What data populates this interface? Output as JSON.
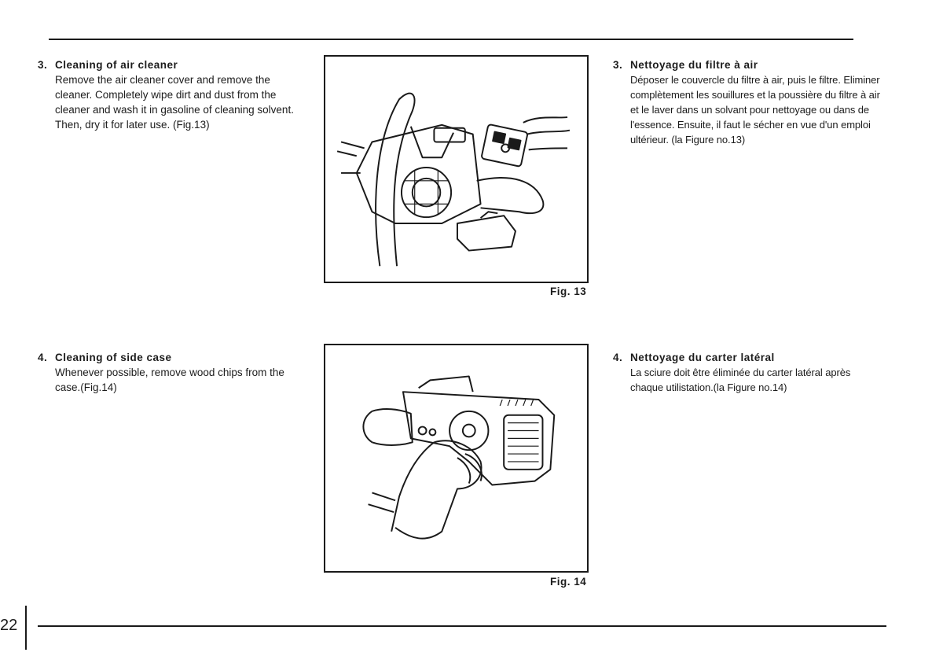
{
  "section3_en": {
    "number": "3.",
    "title": "Cleaning of air cleaner",
    "body": "Remove the air cleaner cover and remove the cleaner. Completely wipe dirt and dust from the cleaner and wash it in gasoline of cleaning solvent. Then, dry it for later use. (Fig.13)"
  },
  "section3_fr": {
    "number": "3.",
    "title": "Nettoyage du filtre à air",
    "body": "Déposer le couvercle du filtre à air, puis le filtre. Eliminer complètement les souillures et la poussière du filtre à air et le laver dans un solvant pour nettoyage ou dans de l'essence. Ensuite, il faut le sécher en vue d'un emploi ultérieur. (la Figure no.13)"
  },
  "section4_en": {
    "number": "4.",
    "title": "Cleaning of side case",
    "body": "Whenever possible, remove wood chips from the case.(Fig.14)"
  },
  "section4_fr": {
    "number": "4.",
    "title": "Nettoyage du carter latéral",
    "body": "La sciure doit être éliminée du carter latéral après chaque utilistation.(la Figure no.14)"
  },
  "figures": {
    "fig13_caption": "Fig. 13",
    "fig14_caption": "Fig. 14"
  },
  "page_number": "22"
}
